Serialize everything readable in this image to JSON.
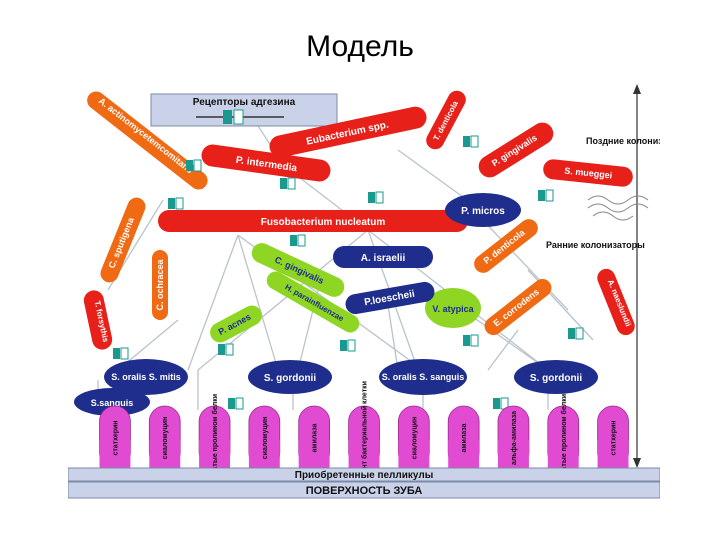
{
  "slide_title": "Модель",
  "legend": {
    "label": "Рецепторы адгезина"
  },
  "side_labels": {
    "late": "Поздние колонизаторы",
    "early": "Ранние колонизаторы"
  },
  "bottom": {
    "pellicle": "Приобретенные пелликулы",
    "tooth_surface": "ПОВЕРХНОСТЬ ЗУБА"
  },
  "pellicle_receptors": [
    "статхерин",
    "сиаломуцин",
    "богатые пролином белки",
    "сиаломуцин",
    "амилаза",
    "фрагмент бактериальной клетки",
    "сиаломуцин",
    "амилаза",
    "альфа-амилаза",
    "богатые пролином белки",
    "статхерин"
  ],
  "bacteria": {
    "a_actinomycetemcomitans": "A. actinomycetemcomitans",
    "eubacterium": "Eubacterium spp.",
    "t_denticola": "T. denticola",
    "p_intermedia": "P. intermedia",
    "p_gingivalis": "P. gingivalis",
    "s_mueggei": "S. mueggei",
    "c_sputigena": "C. sputigena",
    "fusobacterium": "Fusobacterium nucleatum",
    "p_micros": "P. micros",
    "c_ochracea": "C. ochracea",
    "c_gingivalis": "C. gingivalis",
    "a_israelii": "A. israelii",
    "p_denticola": "P. denticola",
    "h_parainfluenzae": "H. parainfluenzae",
    "p_loescheii": "P.loescheii",
    "v_atypica": "V. atypica",
    "e_corrodens": "E. corrodens",
    "a_naeslundii": "A. naeslundii",
    "t_forsythis": "T. forsythis",
    "p_acnes": "P. acnes",
    "s_oralis_mitis": "S. oralis S. mitis",
    "s_gordonii_1": "S. gordonii",
    "s_oralis_sanguis": "S. oralis S. sanguis",
    "s_gordonii_2": "S. gordonii",
    "s_sanguis": "S.sanguis"
  },
  "colors": {
    "red_bacteria": "#e8201a",
    "orange_bacteria": "#f06a14",
    "green_bacteria": "#8ed623",
    "navy_bacteria": "#1f2d8c",
    "pellicle_pink": "#e14bd2",
    "receptor_teal": "#1a9a8f",
    "tooth_band": "#c9d2e8"
  }
}
